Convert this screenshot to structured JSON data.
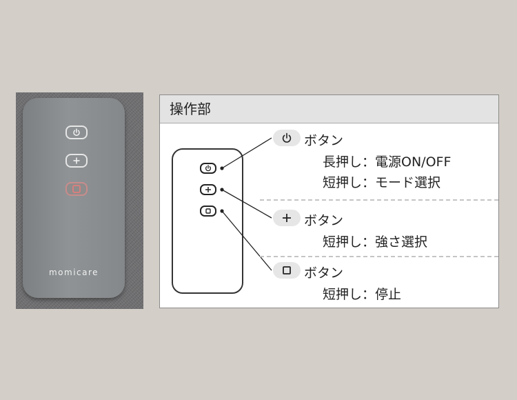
{
  "photo": {
    "brand": "momicare",
    "buttons": [
      {
        "icon": "power-icon"
      },
      {
        "icon": "plus-icon"
      },
      {
        "icon": "stop-icon"
      }
    ]
  },
  "panel": {
    "title": "操作部",
    "items": [
      {
        "icon": "power-icon",
        "title": "ボタン",
        "lines": [
          "長押し：電源ON/OFF",
          "短押し：モード選択"
        ]
      },
      {
        "icon": "plus-icon",
        "title": "ボタン",
        "lines": [
          "短押し：強さ選択"
        ]
      },
      {
        "icon": "stop-icon",
        "title": "ボタン",
        "lines": [
          "短押し：停止"
        ]
      }
    ]
  }
}
